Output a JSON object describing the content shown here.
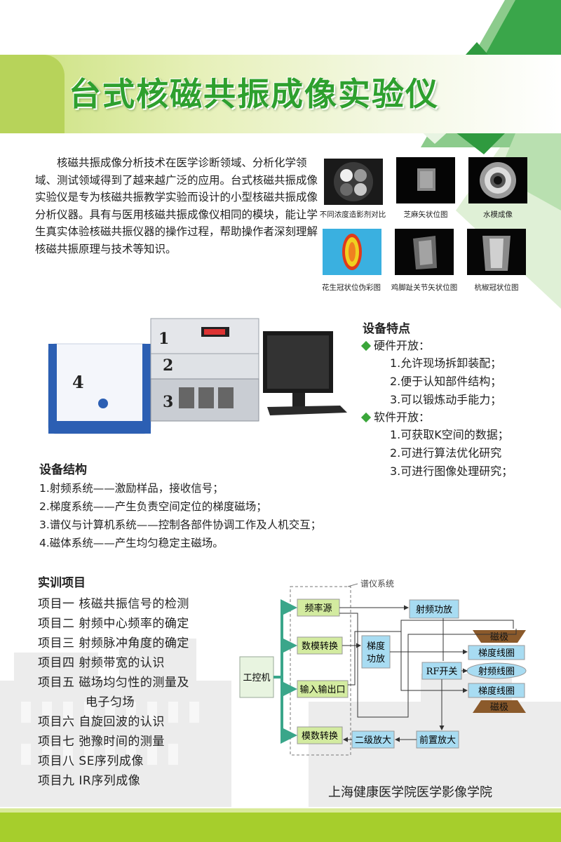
{
  "title": "台式核磁共振成像实验仪",
  "intro": "核磁共振成像分析技术在医学诊断领域、分析化学领域、测试领域得到了越来越广泛的应用。台式核磁共振成像实验仪是专为核磁共振教学实验而设计的小型核磁共振成像分析仪器。具有与医用核磁共振成像仪相同的模块，能让学生真实体验核磁共振仪器的操作过程，帮助操作者深刻理解核磁共振原理与技术等知识。",
  "images": [
    {
      "caption": "不同浓度造影剂对比"
    },
    {
      "caption": "芝麻矢状位图"
    },
    {
      "caption": "水模成像"
    },
    {
      "caption": "花生冠状位伪彩图"
    },
    {
      "caption": "鸡脚趾关节矢状位图"
    },
    {
      "caption": "杭椒冠状位图"
    }
  ],
  "equipment_labels": [
    "1",
    "2",
    "3",
    "4"
  ],
  "features": {
    "title": "设备特点",
    "hardware_title": "硬件开放：",
    "hardware": [
      "1.允许现场拆卸装配；",
      "2.便于认知部件结构；",
      "3.可以锻炼动手能力；"
    ],
    "software_title": "软件开放：",
    "software": [
      "1.可获取K空间的数据；",
      "2.可进行算法优化研究",
      "3.可进行图像处理研究；"
    ]
  },
  "structure": {
    "title": "设备结构",
    "items": [
      "1.射频系统——激励样品，接收信号；",
      "2.梯度系统——产生负责空间定位的梯度磁场；",
      "3.谱仪与计算机系统——控制各部件协调工作及人机交互；",
      "4.磁体系统——产生均匀稳定主磁场。"
    ]
  },
  "projects": {
    "title": "实训项目",
    "items": [
      "项目一 核磁共振信号的检测",
      "项目二 射频中心频率的确定",
      "项目三 射频脉冲角度的确定",
      "项目四 射频带宽的认识",
      "项目五 磁场均匀性的测量及",
      "电子匀场",
      "项目六 自旋回波的认识",
      "项目七 弛豫时间的测量",
      "项目八 SE序列成像",
      "项目九 IR序列成像"
    ]
  },
  "diagram": {
    "spectrometer": "谱仪系统",
    "ipc": "工控机",
    "freq_source": "频率源",
    "dac": "数模转换",
    "io": "输入输出口",
    "adc": "模数转换",
    "rf_amp": "射频功放",
    "grad_amp_1": "梯度",
    "grad_amp_2": "功放",
    "rf_switch": "RF开关",
    "grad_coil_1": "梯度线圈",
    "rf_coil": "射频线圈",
    "grad_coil_2": "梯度线圈",
    "pole_top": "磁极",
    "pole_bottom": "磁极",
    "second_amp": "二级放大",
    "pre_amp": "前置放大"
  },
  "school": "上海健康医学院医学影像学院",
  "colors": {
    "title_green": "#2ea02e",
    "footer": "#a6ce2c",
    "box_green": "#d3eba0",
    "box_blue": "#a8dcf2",
    "pole": "#8b5a2b"
  }
}
